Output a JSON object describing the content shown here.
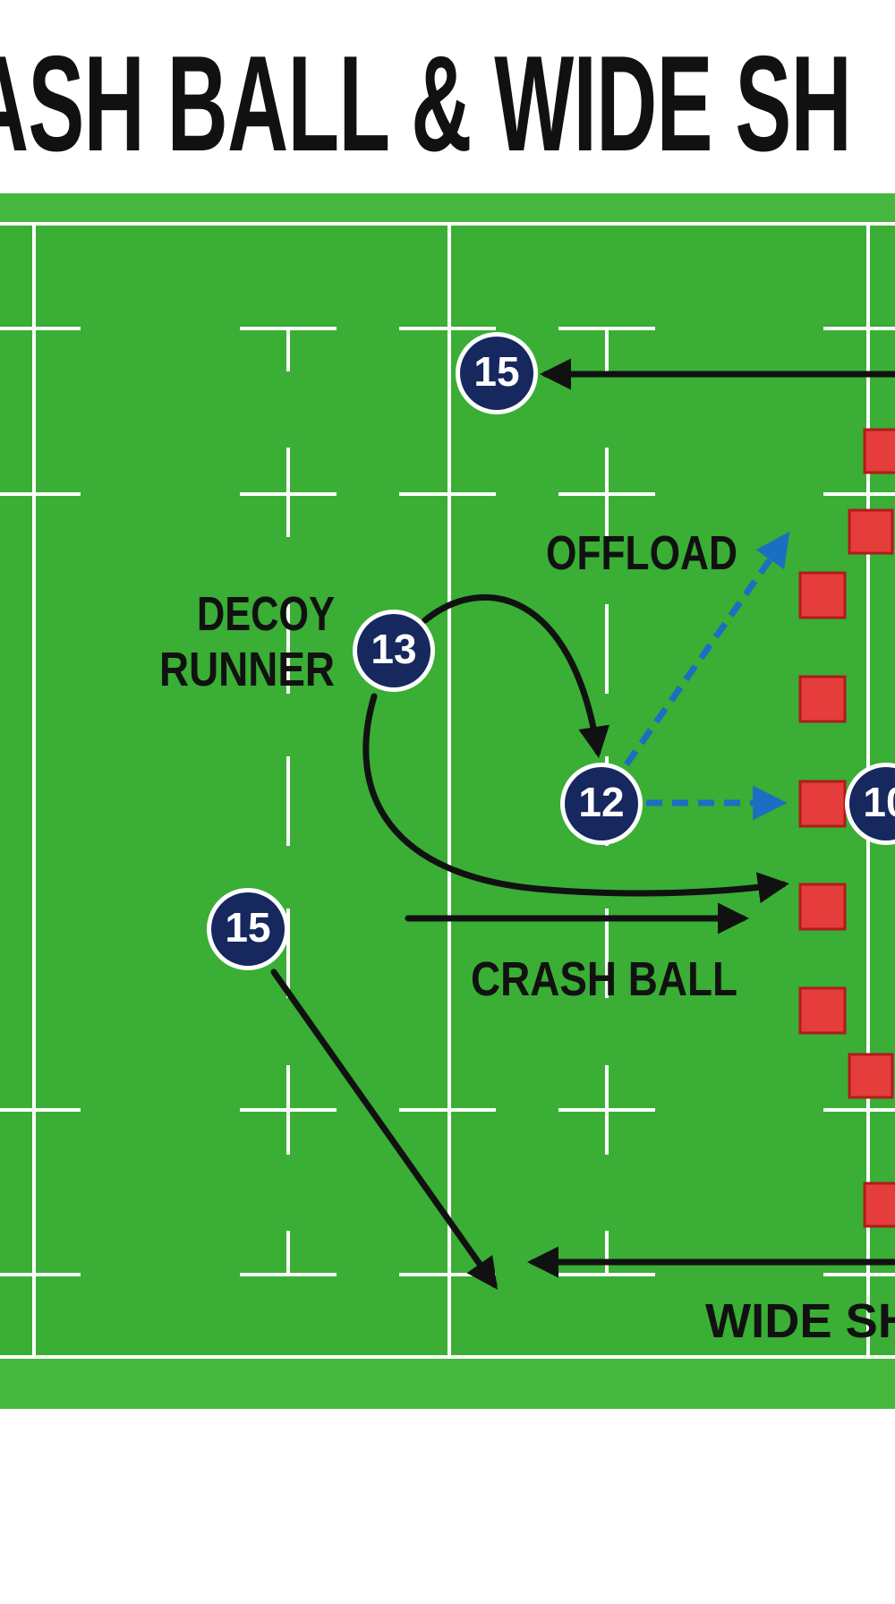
{
  "title": "ASH BALL & WIDE SH",
  "colors": {
    "pitch": "#3aae35",
    "pitch_border": "#45b83d",
    "line": "#ffffff",
    "player_fill": "#16285e",
    "defender_fill": "#e53c3c",
    "defender_stroke": "#b01c1c",
    "arrow": "#111111",
    "pass_arrow": "#1a6fc2"
  },
  "labels": {
    "offload": "OFFLOAD",
    "decoy_line1": "DECOY",
    "decoy_line2": "RUNNER",
    "crash_ball": "CRASH BALL",
    "wide_shift": "WIDE SH"
  },
  "players": {
    "p15_top": "15",
    "p13": "13",
    "p12": "12",
    "p10_partial": "10",
    "p15_bottom": "15"
  }
}
